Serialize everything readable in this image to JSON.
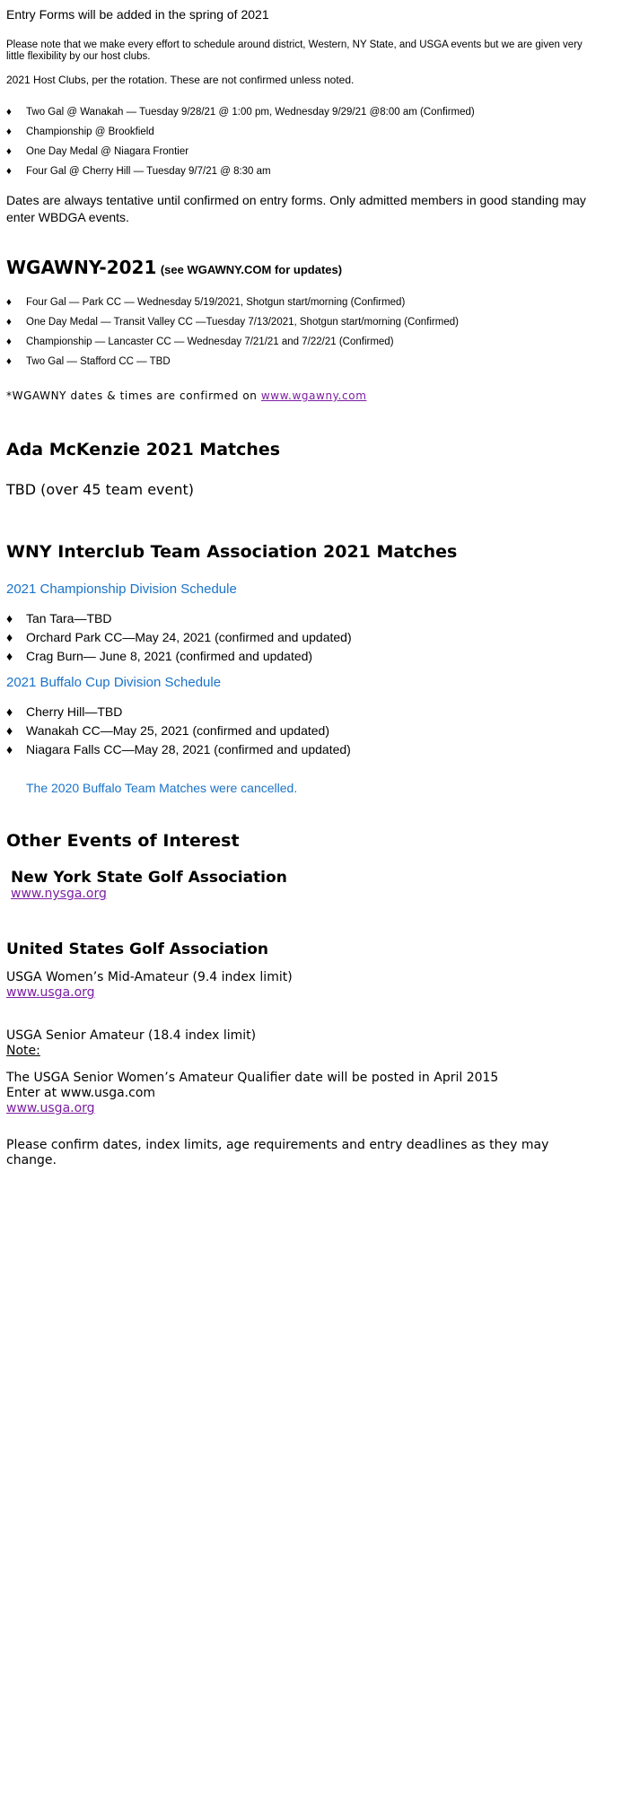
{
  "intro": {
    "entry_forms": "Entry Forms will be added in the spring of 2021",
    "note": "Please note that we make every effort to schedule around district, Western, NY State, and USGA events but we are given very little flexibility by our host clubs.",
    "host_clubs": "2021 Host Clubs, per the rotation. These are not confirmed unless noted.",
    "events": [
      "Two Gal @ Wanakah — Tuesday 9/28/21 @ 1:00 pm, Wednesday 9/29/21 @8:00 am (Confirmed)",
      "Championship @ Brookfield",
      "One Day Medal @ Niagara Frontier",
      "Four Gal @ Cherry Hill — Tuesday 9/7/21 @ 8:30 am"
    ],
    "tentative": "Dates are always tentative until confirmed on entry forms. Only admitted members in good standing may enter WBDGA events."
  },
  "wgawny": {
    "title": "WGAWNY-2021",
    "subtitle": "(see WGAWNY.COM for updates)",
    "events": [
      "Four Gal — Park CC — Wednesday 5/19/2021, Shotgun start/morning (Confirmed)",
      "One Day Medal — Transit Valley CC —Tuesday 7/13/2021, Shotgun start/morning (Confirmed)",
      "Championship — Lancaster CC — Wednesday 7/21/21 and 7/22/21 (Confirmed)",
      "Two Gal — Stafford CC — TBD"
    ],
    "confirm_note": "*WGAWNY dates & times are confirmed on ",
    "link": "www.wgawny.com"
  },
  "ada": {
    "title": "Ada McKenzie 2021 Matches",
    "text": "TBD  (over 45 team event)"
  },
  "interclub": {
    "title": "WNY Interclub Team Association 2021 Matches",
    "championship_title": "2021 Championship Division Schedule",
    "championship_events": [
      "Tan Tara—TBD",
      "Orchard Park CC—May 24, 2021 (confirmed and updated)",
      "Crag Burn— June 8, 2021 (confirmed and updated)"
    ],
    "buffalo_title": "2021 Buffalo Cup Division Schedule",
    "buffalo_events": [
      "Cherry Hill—TBD",
      "Wanakah CC—May 25, 2021 (confirmed and updated)",
      "Niagara Falls CC—May 28, 2021 (confirmed and updated)"
    ],
    "cancelled": "The 2020 Buffalo Team Matches were cancelled."
  },
  "other": {
    "title": "Other Events of Interest",
    "nysga_title": "New York State Golf Association",
    "nysga_link": "www.nysga.org",
    "usga_title": "United States Golf Association",
    "mid_am": "USGA Women’s Mid-Amateur (9.4 index limit)",
    "usga_link_1": "www.usga.org",
    "senior_am": "USGA Senior Amateur (18.4 index limit)",
    "note_label": "Note:",
    "qualifier": "The USGA Senior Women’s Amateur Qualifier date will be posted in April 2015",
    "enter_at": "Enter at www.usga.com",
    "usga_link_2": "www.usga.org",
    "confirm": "Please confirm dates, index limits, age requirements and entry deadlines as they may change."
  },
  "bullet_glyph": "♦",
  "colors": {
    "link": "#7b1fa2",
    "blue_heading": "#1a73c9"
  }
}
